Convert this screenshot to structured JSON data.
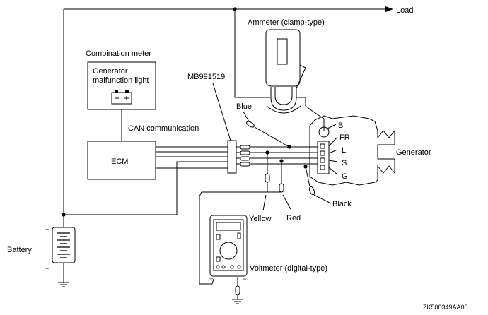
{
  "labels": {
    "load": "Load",
    "ammeter": "Ammeter (clamp-type)",
    "combination_meter": "Combination meter",
    "gen_light_line1": "Generator",
    "gen_light_line2": "malfunction light",
    "mb_tool": "MB991519",
    "blue": "Blue",
    "can": "CAN communication",
    "ecm": "ECM",
    "generator": "Generator",
    "term_b": "B",
    "term_fr": "FR",
    "term_l": "L",
    "term_s": "S",
    "term_g": "G",
    "black": "Black",
    "yellow": "Yellow",
    "red": "Red",
    "battery": "Battery",
    "voltmeter": "Voltmeter (digital-type)",
    "plus": "+",
    "minus": "−",
    "figure_code": "ZK500349AA00"
  }
}
